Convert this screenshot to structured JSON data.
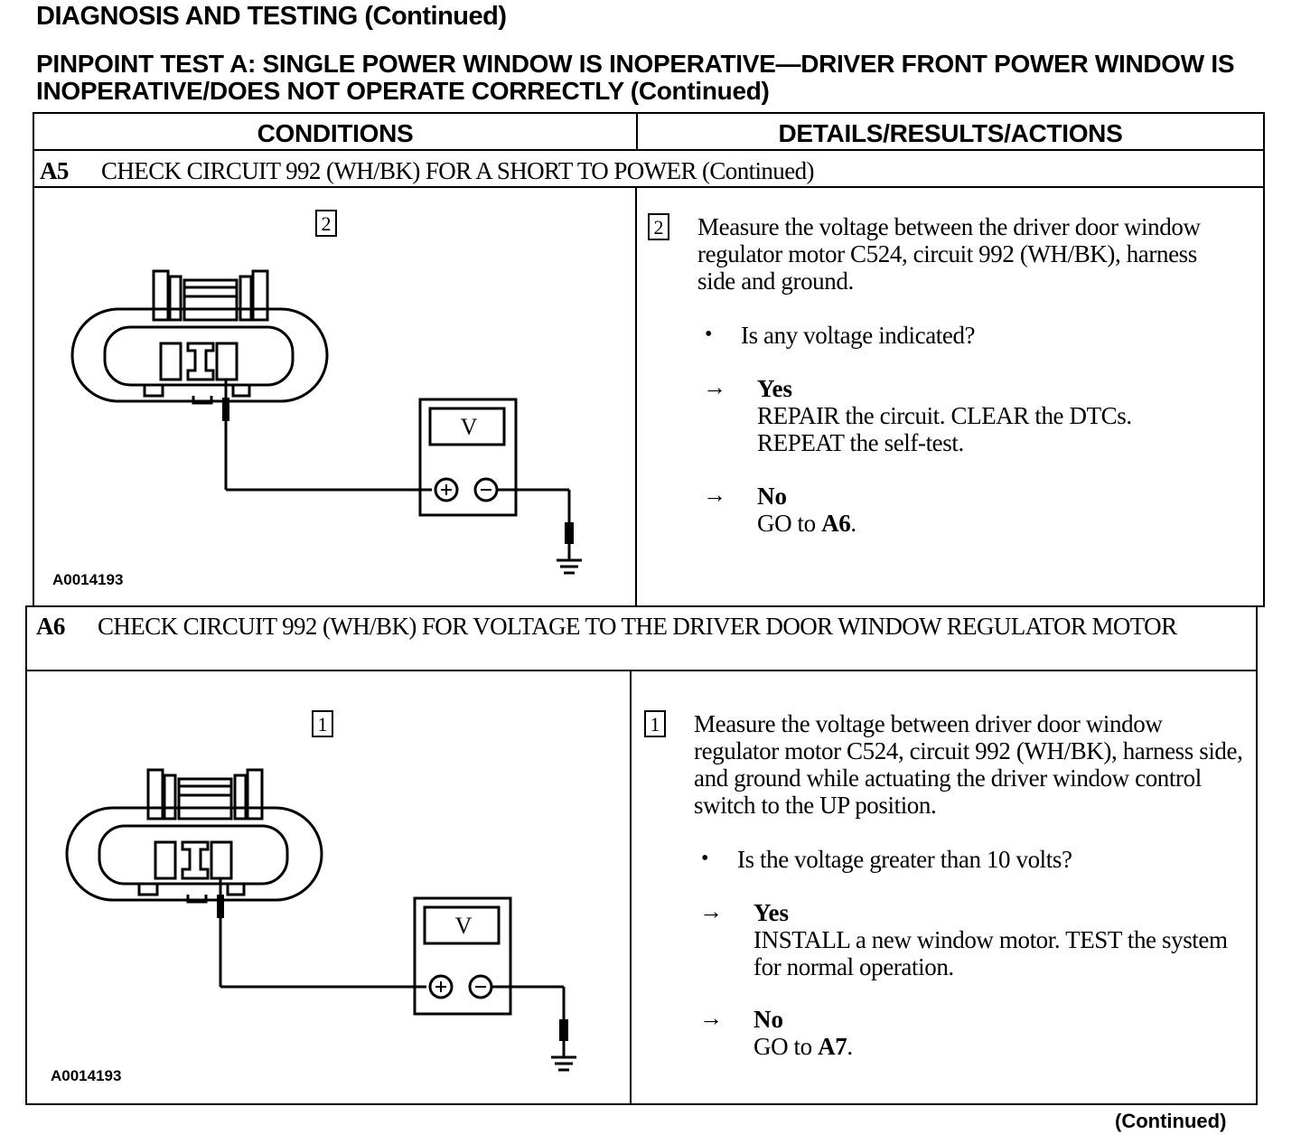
{
  "header": {
    "section_title": "DIAGNOSIS AND TESTING (Continued)",
    "test_title": "PINPOINT TEST A:  SINGLE POWER WINDOW IS INOPERATIVE—DRIVER FRONT POWER WINDOW IS INOPERATIVE/DOES NOT OPERATE CORRECTLY (Continued)"
  },
  "table": {
    "col_conditions": "CONDITIONS",
    "col_details": "DETAILS/RESULTS/ACTIONS"
  },
  "steps": [
    {
      "id": "A5",
      "title": "CHECK CIRCUIT 992 (WH/BK) FOR A SHORT TO POWER (Continued)",
      "figure_num": "2",
      "figure_id": "A0014193",
      "meter_symbol": "V",
      "substep_num": "2",
      "instruction": "Measure the voltage between the driver door window regulator motor C524, circuit 992 (WH/BK), harness side and ground.",
      "question": "Is any voltage indicated?",
      "yes_label": "Yes",
      "yes_action": "REPAIR the circuit. CLEAR the DTCs. REPEAT the self-test.",
      "no_label": "No",
      "no_prefix": "GO to ",
      "no_target": "A6",
      "no_suffix": "."
    },
    {
      "id": "A6",
      "title": "CHECK CIRCUIT 992 (WH/BK) FOR VOLTAGE TO THE DRIVER DOOR WINDOW REGULATOR MOTOR",
      "figure_num": "1",
      "figure_id": "A0014193",
      "meter_symbol": "V",
      "substep_num": "1",
      "instruction": "Measure the voltage between driver door window regulator motor C524, circuit 992 (WH/BK), harness side, and ground while actuating the driver window control switch to the UP position.",
      "question": "Is the voltage greater than 10 volts?",
      "yes_label": "Yes",
      "yes_action": "INSTALL a new window motor. TEST the system for normal operation.",
      "no_label": "No",
      "no_prefix": "GO to ",
      "no_target": "A7",
      "no_suffix": "."
    }
  ],
  "footer": {
    "continued": "(Continued)"
  }
}
